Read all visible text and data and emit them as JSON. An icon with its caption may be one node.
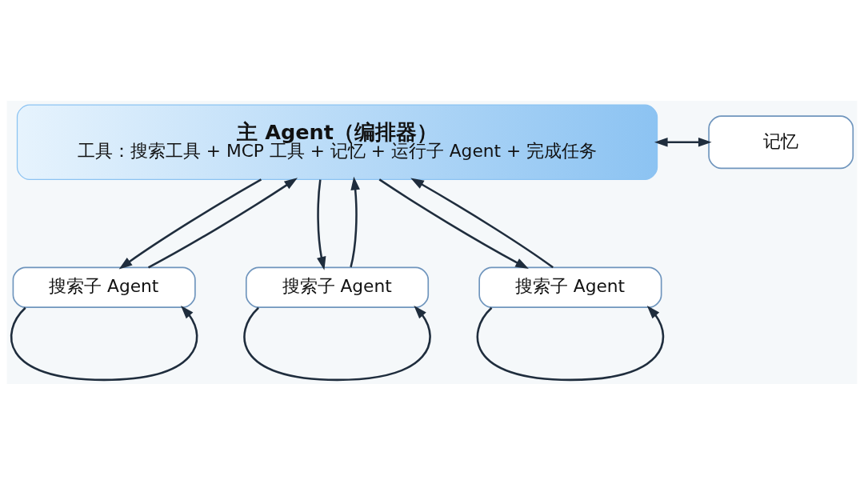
{
  "diagram": {
    "nodes": [
      {
        "text": [
          "主 Agent（编排器）",
          "工具：搜索工具 + MCP 工具 + 记忆 + 运行子 Agent + 完成任务"
        ]
      },
      {
        "text": [
          "记忆"
        ]
      },
      {
        "text": [
          "搜索子 Agent"
        ]
      },
      {
        "text": [
          "搜索子 Agent"
        ]
      },
      {
        "text": [
          "搜索子 Agent"
        ]
      }
    ],
    "edges": [
      {
        "from": 0,
        "to": 1,
        "arrow": "both"
      },
      {
        "from": 0,
        "to": 2,
        "arrow": "to"
      },
      {
        "from": 2,
        "to": 0,
        "arrow": "to"
      },
      {
        "from": 3,
        "to": 0,
        "arrow": "to"
      },
      {
        "from": 0,
        "to": 3,
        "arrow": "to"
      },
      {
        "from": 4,
        "to": 0,
        "arrow": "to"
      },
      {
        "from": 0,
        "to": 4,
        "arrow": "to"
      },
      {
        "from": 2,
        "to": 2,
        "arrow": "to"
      },
      {
        "from": 3,
        "to": 3,
        "arrow": "to"
      },
      {
        "from": 4,
        "to": 4,
        "arrow": "to"
      }
    ]
  }
}
